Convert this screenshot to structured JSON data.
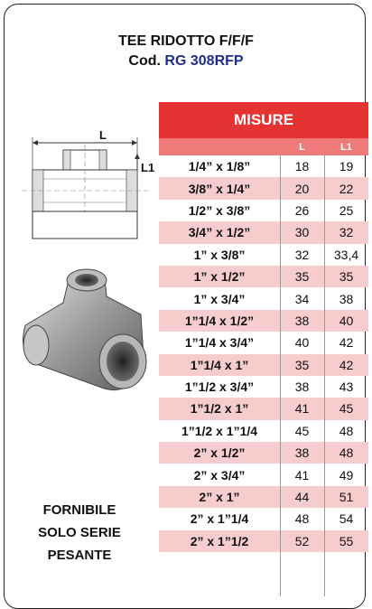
{
  "title": "TEE RIDOTTO F/F/F",
  "code_label": "Cod.",
  "code_value": "RG 308RFP",
  "table": {
    "header": "MISURE",
    "col_l": "L",
    "col_l1": "L1",
    "rows": [
      {
        "size": "1/4” x 1/8”",
        "l": "18",
        "l1": "19"
      },
      {
        "size": "3/8” x 1/4”",
        "l": "20",
        "l1": "22"
      },
      {
        "size": "1/2” x 3/8”",
        "l": "26",
        "l1": "25"
      },
      {
        "size": "3/4” x 1/2”",
        "l": "30",
        "l1": "32"
      },
      {
        "size": "1” x 3/8”",
        "l": "32",
        "l1": "33,4"
      },
      {
        "size": "1” x 1/2”",
        "l": "35",
        "l1": "35"
      },
      {
        "size": "1” x 3/4”",
        "l": "34",
        "l1": "38"
      },
      {
        "size": "1”1/4 x 1/2”",
        "l": "38",
        "l1": "40"
      },
      {
        "size": "1”1/4 x 3/4”",
        "l": "40",
        "l1": "42"
      },
      {
        "size": "1”1/4  x 1”",
        "l": "35",
        "l1": "42"
      },
      {
        "size": "1”1/2 x 3/4”",
        "l": "38",
        "l1": "43"
      },
      {
        "size": "1”1/2 x 1”",
        "l": "41",
        "l1": "45"
      },
      {
        "size": "1”1/2 x 1”1/4",
        "l": "45",
        "l1": "48"
      },
      {
        "size": "2” x 1/2”",
        "l": "38",
        "l1": "48"
      },
      {
        "size": "2” x 3/4”",
        "l": "41",
        "l1": "49"
      },
      {
        "size": "2” x 1”",
        "l": "44",
        "l1": "51"
      },
      {
        "size": "2” x 1”1/4",
        "l": "48",
        "l1": "54"
      },
      {
        "size": "2” x 1”1/2",
        "l": "52",
        "l1": "55"
      }
    ]
  },
  "diagram": {
    "label_l": "L",
    "label_l1": "L1"
  },
  "note": {
    "line1": "FORNIBILE",
    "line2": "SOLO SERIE",
    "line3": "PESANTE"
  },
  "colors": {
    "header_red": "#e53333",
    "subheader_red": "#ee7a7a",
    "row_pink": "#f6cccc",
    "code_blue": "#1f2e8a"
  }
}
